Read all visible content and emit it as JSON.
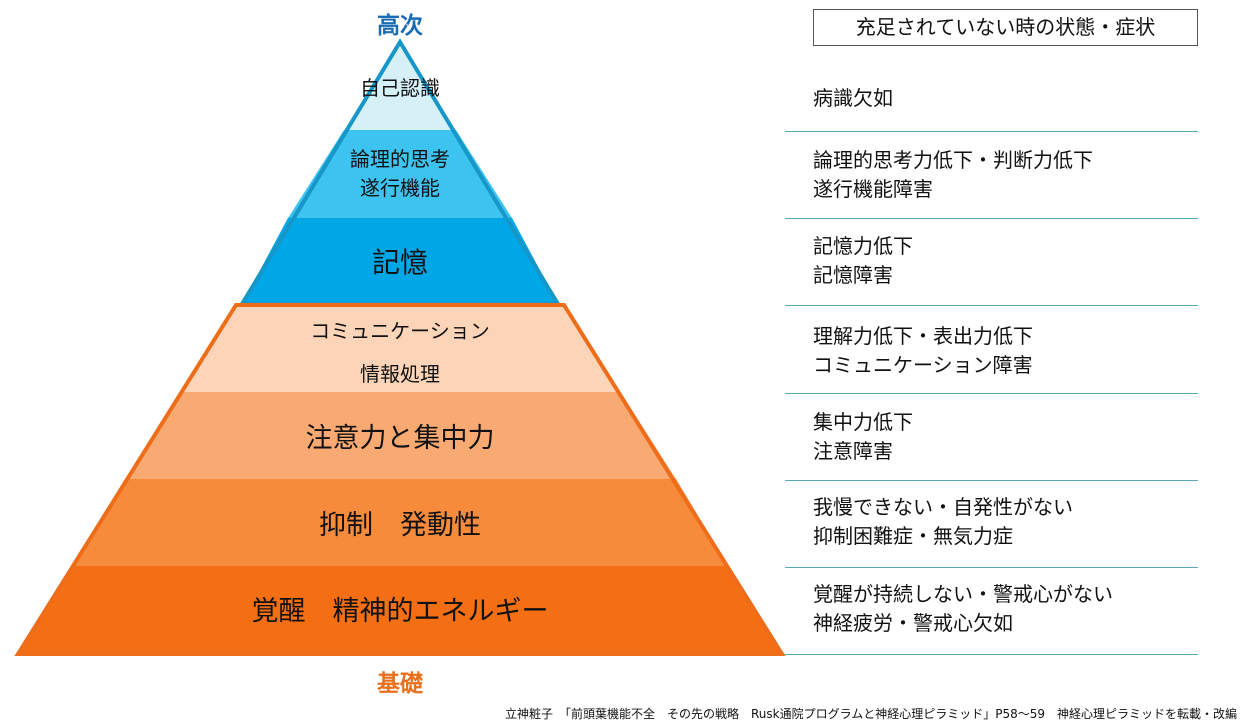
{
  "top_label": "高次",
  "bottom_label": "基礎",
  "right_header": "充足されていない時の状態・症状",
  "levels": [
    {
      "label": "自己認識",
      "symptoms": "病識欠如",
      "color": "#d5f1f7"
    },
    {
      "label": "論理的思考\n遂行機能",
      "symptoms": "論理的思考力低下・判断力低下\n遂行機能障害",
      "color": "#3cc3ef"
    },
    {
      "label": "記憶",
      "symptoms": "記憶力低下\n記憶障害",
      "color": "#00a7e6"
    },
    {
      "label": "コミュニケーション\n情報処理",
      "symptoms": "理解力低下・表出力低下\nコミュニケーション障害",
      "color": "#fcd4b7"
    },
    {
      "label": "注意力と集中力",
      "symptoms": "集中力低下\n注意障害",
      "color": "#f9aa73"
    },
    {
      "label": "抑制　発動性",
      "symptoms": "我慢できない・自発性がない\n抑制困難症・無気力症",
      "color": "#f68b3b"
    },
    {
      "label": "覚醒　精神的エネルギー",
      "symptoms": "覚醒が持続しない・警戒心がない\n神経疲労・警戒心欠如",
      "color": "#f46e14"
    }
  ],
  "outline_colors": {
    "upper": "#1796c8",
    "lower": "#ee6d1a"
  },
  "citation": "立神粧子　「前頭葉機能不全　その先の戦略　Rusk通院プログラムと神経心理ピラミッド」P58～59　神経心理ピラミッドを転載・改編"
}
